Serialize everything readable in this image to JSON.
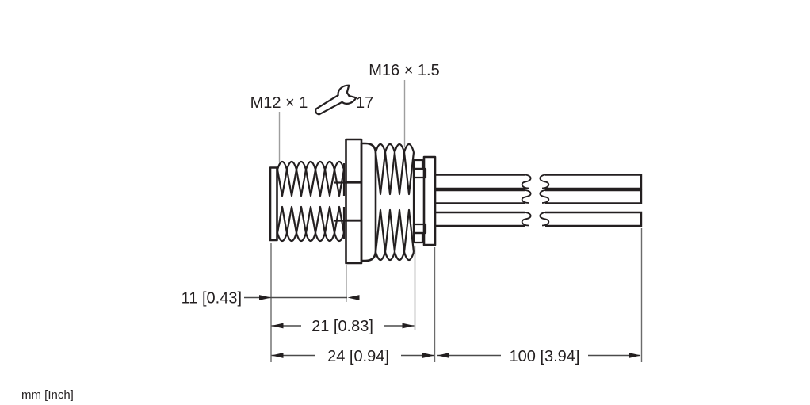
{
  "drawing": {
    "type": "connector-technical-drawing",
    "labels": {
      "front_thread": "M12 × 1",
      "panel_thread": "M16 × 1.5",
      "wrench_size": "17",
      "wrench_icon": "open-end-wrench"
    },
    "dimensions": {
      "thread_length": "11 [0.43]",
      "behind_panel_length": "21 [0.83]",
      "overall_body_length": "24 [0.94]",
      "wire_length": "100 [3.94]"
    },
    "unit_note": "mm [Inch]",
    "colors": {
      "line": "#231f20",
      "dimension_line": "#4a4a4a",
      "extension_line": "#6b6b6b",
      "leader_line": "#9e9e9e",
      "background": "#ffffff"
    }
  }
}
